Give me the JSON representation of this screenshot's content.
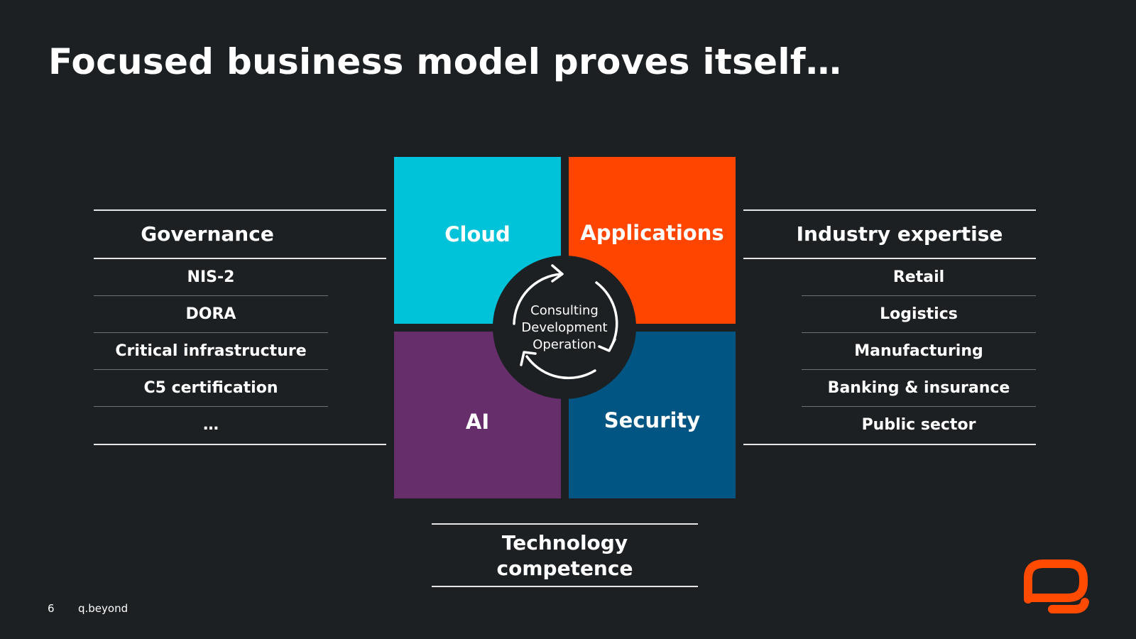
{
  "title": "Focused business model proves itself…",
  "governance": {
    "title": "Governance",
    "items": [
      "NIS-2",
      "DORA",
      "Critical infrastructure",
      "C5 certification",
      "…"
    ]
  },
  "industry": {
    "title": "Industry expertise",
    "items": [
      "Retail",
      "Logistics",
      "Manufacturing",
      "Banking & insurance",
      "Public sector"
    ]
  },
  "quadrants": {
    "cloud": "Cloud",
    "applications": "Applications",
    "ai": "AI",
    "security": "Security"
  },
  "cycle": {
    "line1": "Consulting",
    "line2": "Development",
    "line3": "Operation"
  },
  "technology": {
    "line1": "Technology",
    "line2": "competence"
  },
  "footer": {
    "page_number": "6",
    "brand": "q.beyond"
  },
  "colors": {
    "background": "#1c2022",
    "cloud": "#00c2d8",
    "applications": "#ff4500",
    "ai": "#662f6b",
    "security": "#005582",
    "logo": "#ff4a00"
  },
  "icons": {
    "cycle": "circular-arrows-icon",
    "logo": "q-beyond-logo-icon"
  }
}
